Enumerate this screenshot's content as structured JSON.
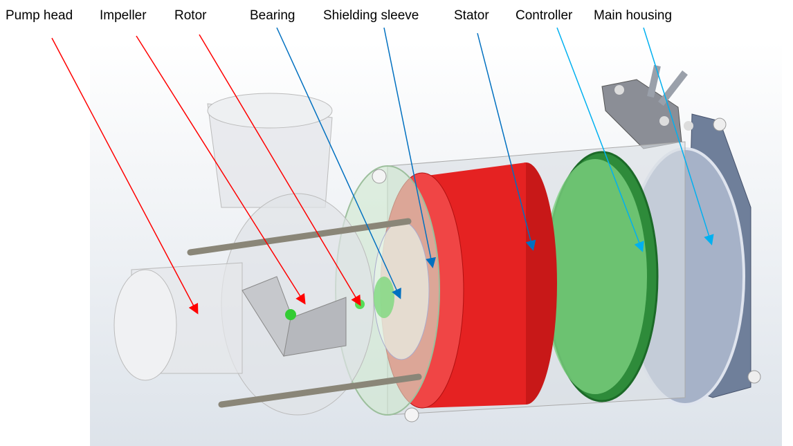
{
  "labels": [
    {
      "text": "Pump head",
      "color": "#ff0000"
    },
    {
      "text": "Impeller",
      "color": "#ff0000"
    },
    {
      "text": "Rotor",
      "color": "#ff0000"
    },
    {
      "text": "Bearing",
      "color": "#0070c0"
    },
    {
      "text": "Shielding sleeve",
      "color": "#0070c0"
    },
    {
      "text": "Stator",
      "color": "#0070c0"
    },
    {
      "text": "Controller",
      "color": "#00b0f0"
    },
    {
      "text": "Main housing",
      "color": "#00b0f0"
    }
  ]
}
